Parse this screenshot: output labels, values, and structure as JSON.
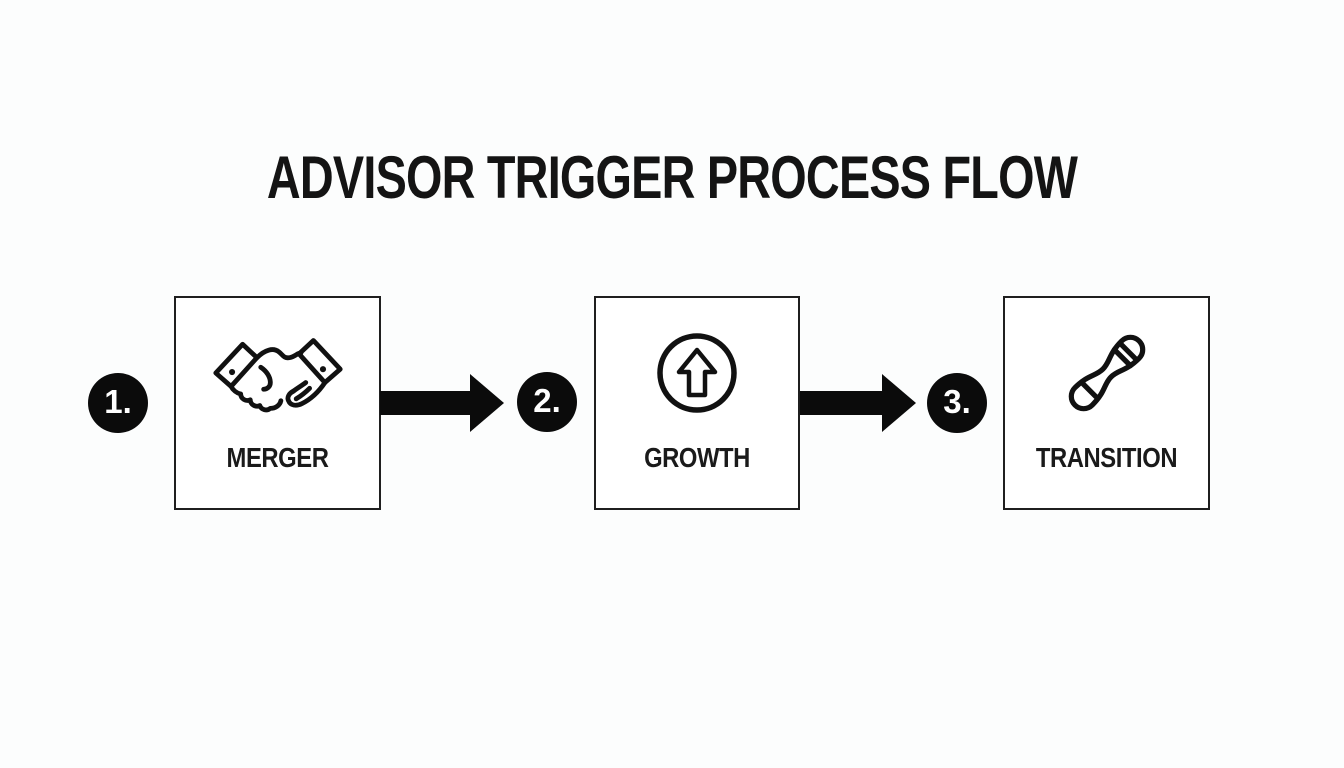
{
  "title": "ADVISOR TRIGGER PROCESS FLOW",
  "colors": {
    "background": "#fcfdfd",
    "ink": "#141414",
    "box_border": "#1f1f1f",
    "box_fill": "#ffffff",
    "number_circle_fill": "#0b0b0b",
    "number_text": "#ffffff",
    "arrow_fill": "#0b0b0b",
    "icon_stroke": "#111111"
  },
  "steps": [
    {
      "number": "1.",
      "label": "MERGER",
      "icon": "handshake-icon"
    },
    {
      "number": "2.",
      "label": "GROWTH",
      "icon": "growth-arrow-icon"
    },
    {
      "number": "3.",
      "label": "TRANSITION",
      "icon": "relay-baton-icon"
    }
  ],
  "connectors": [
    {
      "type": "arrow-right"
    },
    {
      "type": "arrow-right"
    }
  ]
}
